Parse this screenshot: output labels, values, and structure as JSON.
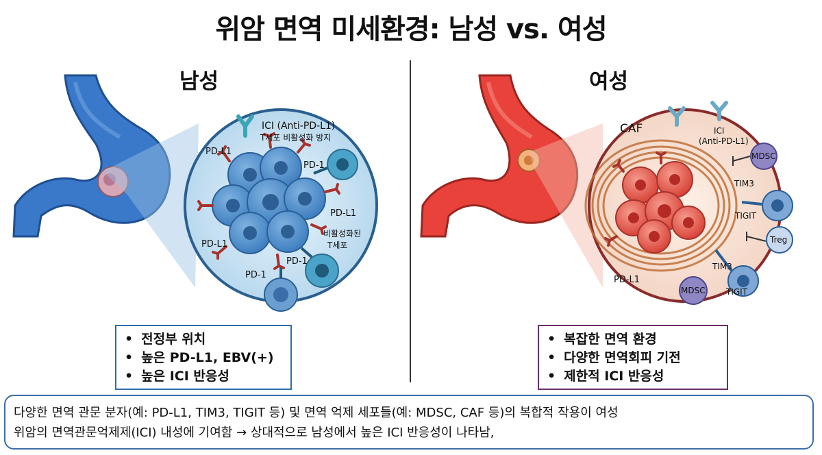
{
  "title": "위암 면역 미세환경: 남성 vs. 여성",
  "male": {
    "heading": "남성",
    "ici_label": "ICI (Anti-PD-L1)",
    "ici_sub": "T세포 비활성화 방지",
    "pdl1_labels": [
      "PD-L1",
      "PD-L1",
      "PD-L1"
    ],
    "pd1_labels": [
      "PD-1",
      "PD-1",
      "PD-1"
    ],
    "activated_tcell": "비활성화된",
    "activated_tcell_2": "T세포",
    "bullets": [
      "전정부 위치",
      "높은 PD-L1, EBV(+)",
      "높은 ICI 반응성"
    ]
  },
  "female": {
    "heading": "여성",
    "caf": "CAF",
    "ici_label": "ICI",
    "ici_sub": "(Anti-PD-L1)",
    "mdsc": "MDSC",
    "tim3": "TIM3",
    "tigit": "TIGIT",
    "treg": "Treg",
    "pdl1": "PD-L1",
    "bullets": [
      "복잡한 면역 환경",
      "다양한 면역회피 기전",
      "제한적 ICI 반응성"
    ]
  },
  "summary": {
    "line1": "다양한 면역 관문 분자(예: PD-L1, TIM3, TIGIT 등) 및 면역 억제 세포들(예: MDSC, CAF 등)의 복합적 작용이 여성",
    "line2": "위암의 면역관문억제제(ICI) 내성에 기여함 → 상대적으로 남성에서 높은 ICI 반응성이 나타남,"
  },
  "colors": {
    "male_stomach": "#3a78c9",
    "female_stomach": "#e8423a",
    "male_box": "#2f6ea8",
    "female_box": "#6b2e6b"
  }
}
